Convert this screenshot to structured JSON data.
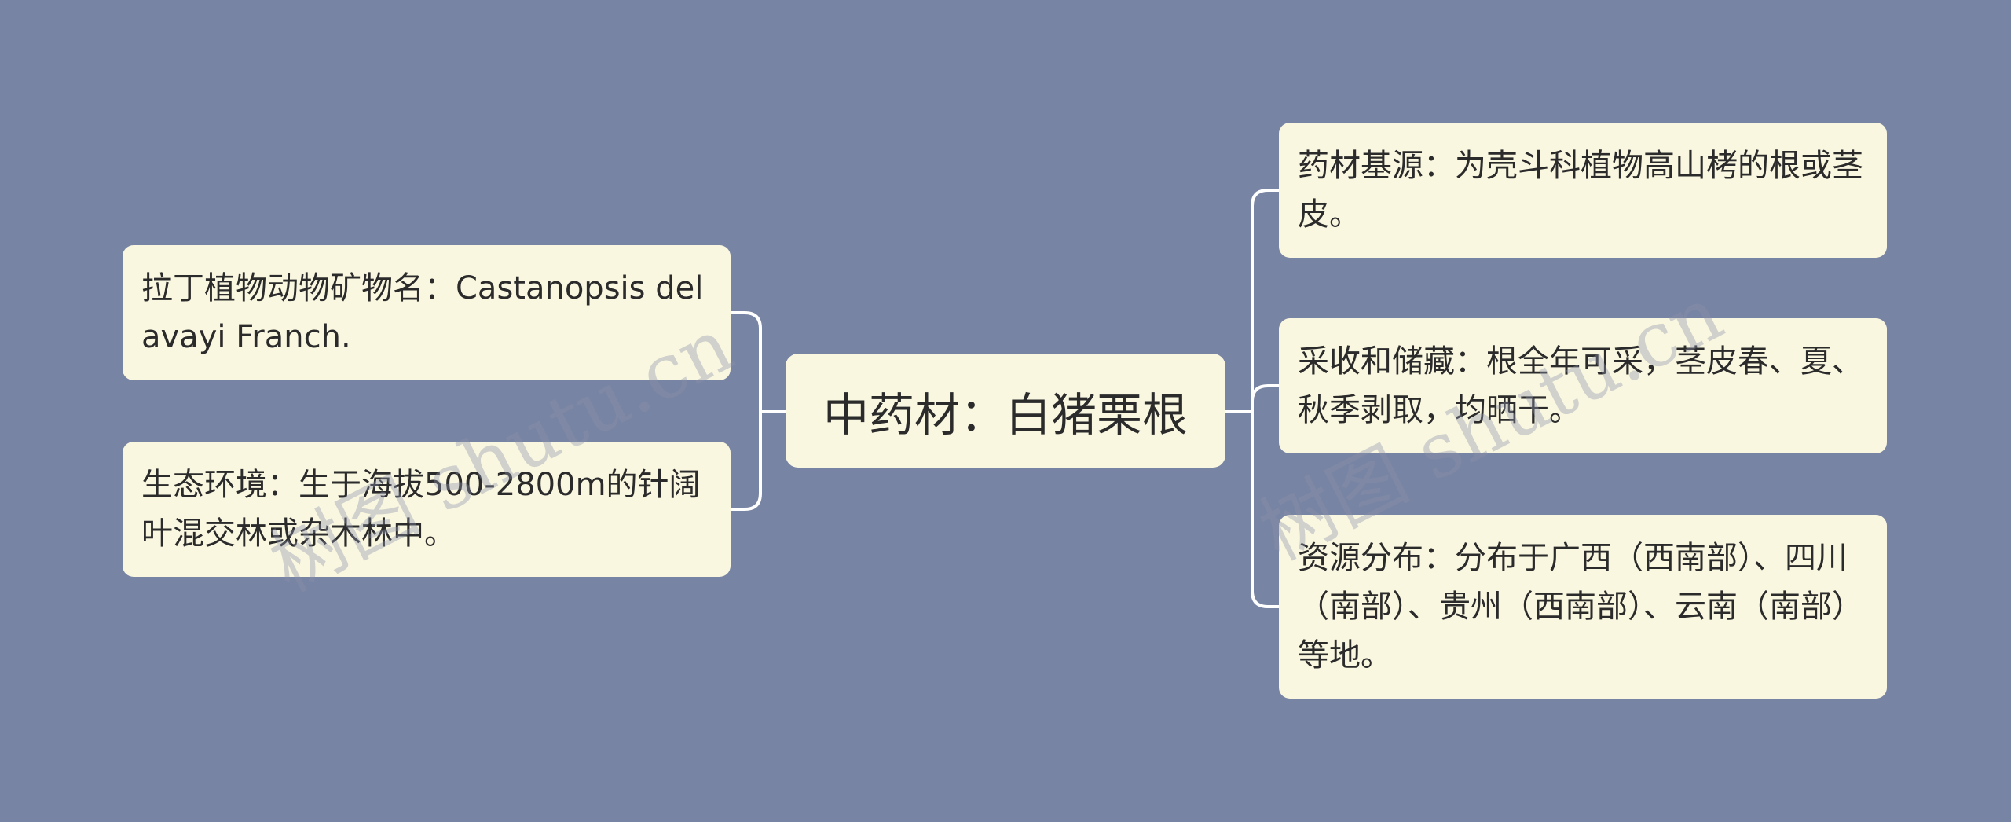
{
  "diagram": {
    "root": {
      "text": "中药材：白猪栗根"
    },
    "left": [
      {
        "text": "拉丁植物动物矿物名：Castanopsis delavayi Franch."
      },
      {
        "text": "生态环境：生于海拔500-2800m的针阔叶混交林或杂木林中。"
      }
    ],
    "right": [
      {
        "text": "药材基源：为壳斗科植物高山栲的根或茎皮。"
      },
      {
        "text": "采收和储藏：根全年可采，茎皮春、夏、秋季剥取，均晒干。"
      },
      {
        "text": "资源分布：分布于广西（西南部）、四川（南部）、贵州（西南部）、云南（南部）等地。"
      }
    ]
  },
  "watermark": {
    "text": "树图 shutu.cn"
  },
  "colors": {
    "background": "#7884a3",
    "node_fill": "#faf7e1",
    "connector": "#ffffff",
    "text": "#2b2b2b"
  }
}
